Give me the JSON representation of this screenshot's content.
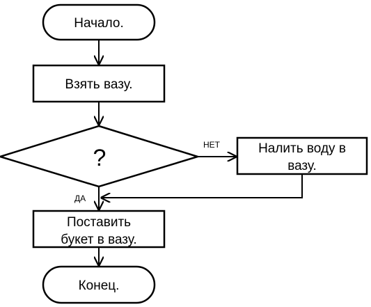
{
  "flowchart": {
    "start": "Начало.",
    "step_take_vase": "Взять вазу.",
    "decision": "?",
    "step_pour_water_line1": "Налить воду в",
    "step_pour_water_line2": "вазу.",
    "step_put_bouquet_line1": "Поставить",
    "step_put_bouquet_line2": "букет в вазу.",
    "end": "Конец.",
    "label_no": "НЕТ",
    "label_yes": "ДА"
  }
}
